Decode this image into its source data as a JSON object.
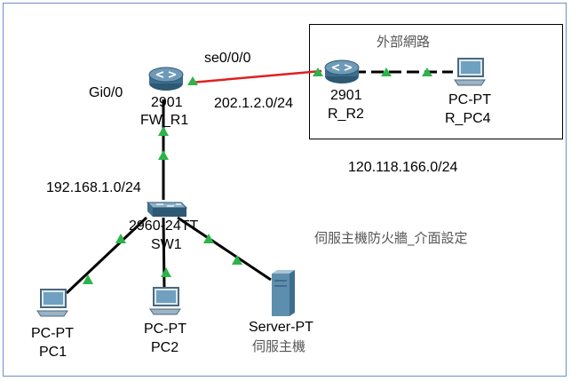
{
  "zone_title": "外部網路",
  "note": "伺服主機防火牆_介面設定",
  "networks": {
    "wan": "202.1.2.0/24",
    "lan": "192.168.1.0/24",
    "external": "120.118.166.0/24"
  },
  "interfaces": {
    "fw_serial": "se0/0/0",
    "fw_gig": "Gi0/0"
  },
  "devices": {
    "fw_r1": {
      "model": "2901",
      "name": "FW_R1"
    },
    "r_r2": {
      "model": "2901",
      "name": "R_R2"
    },
    "r_pc4": {
      "model": "PC-PT",
      "name": "R_PC4"
    },
    "sw1": {
      "model": "2960-24TT",
      "name": "SW1"
    },
    "pc1": {
      "model": "PC-PT",
      "name": "PC1"
    },
    "pc2": {
      "model": "PC-PT",
      "name": "PC2"
    },
    "server": {
      "model": "Server-PT",
      "name": "伺服主機"
    }
  },
  "colors": {
    "link": "#000000",
    "serial_link": "#e02020",
    "link_up": "#2db34a",
    "router_body": "#3d6e8e",
    "border": "#6b8fc9"
  },
  "icons": {
    "router": "router-icon",
    "switch": "switch-icon",
    "pc": "pc-icon",
    "server": "server-icon"
  }
}
